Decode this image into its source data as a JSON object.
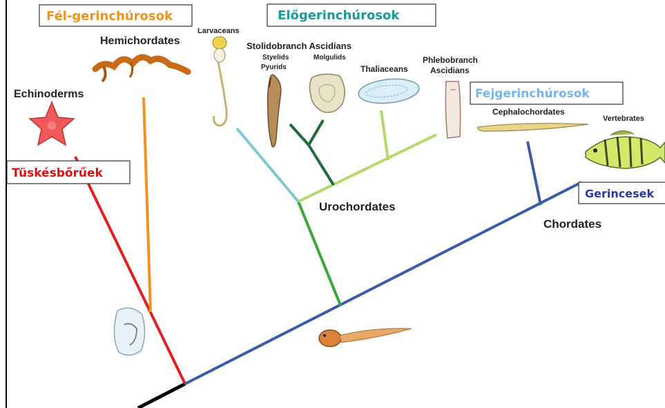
{
  "taxa": {
    "echinoderms": "Echinoderms",
    "hemichordates": "Hemichordates",
    "larvaceans": "Larvaceans",
    "stolidobranch": "Stolidobranch Ascidians",
    "styelids": "Styelids",
    "pyurids": "Pyurids",
    "molgulids": "Molgulids",
    "thaliaceans": "Thaliaceans",
    "phlebobranch_1": "Phlebobranch",
    "phlebobranch_2": "Ascidians",
    "cephalochordates": "Cephalochordates",
    "vertebrates": "Vertebrates",
    "urochordates": "Urochordates",
    "chordates": "Chordates"
  },
  "hungarian_labels": {
    "fel_gerinchurosok": "Fél-gerinchúrosok",
    "elogerinchurosok": "Előgerinchúrosok",
    "fejgerinchurosok": "Fejgerinchúrosok",
    "tuskesboruek": "Tüskésbőrűek",
    "gerincesek": "Gerincesek"
  },
  "colors": {
    "echinoderm_branch": "#e02020",
    "hemichordate_branch": "#f0921e",
    "chordate_branch": "#3a5ca8",
    "urochordate_branch": "#3aa83a",
    "larvacean_branch": "#7ec8d0",
    "stolidobranch_branch": "#1f6b3a",
    "thaliacean_branch": "#b5d86a",
    "label_orange": "#f0921e",
    "label_teal": "#1a9a9a",
    "label_lightblue": "#79b4e8",
    "label_red": "#e01010",
    "label_navy": "#2b3a9e"
  }
}
